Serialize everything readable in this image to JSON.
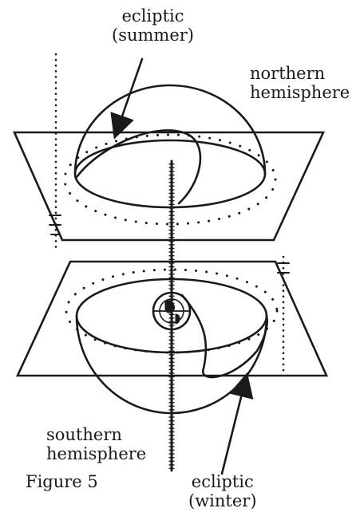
{
  "labels": {
    "ecliptic_summer": [
      "ecliptic",
      "(summer)"
    ],
    "northern_hemisphere": [
      "northern",
      "hemisphere"
    ],
    "southern_hemisphere": [
      "southern",
      "hemisphere"
    ],
    "figure_caption": "Figure 5",
    "ecliptic_winter": [
      "ecliptic",
      "(winter)"
    ]
  },
  "colors": {
    "ink": "#1a1a1a",
    "background": "#ffffff"
  }
}
